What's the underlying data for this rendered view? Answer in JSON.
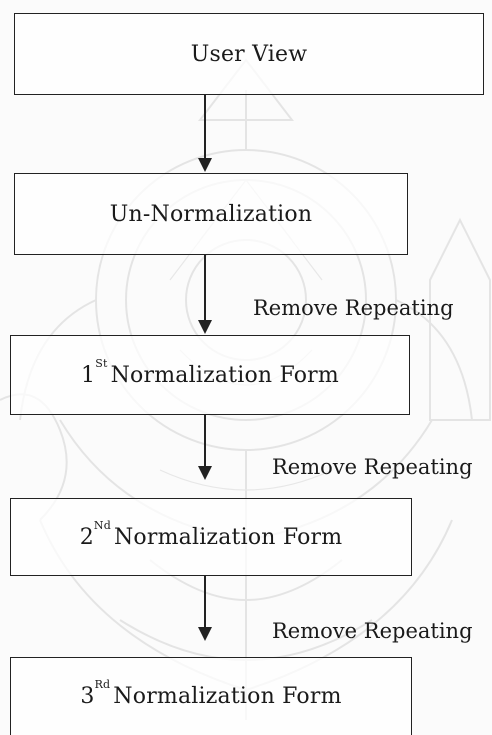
{
  "diagram": {
    "boxes": [
      {
        "number": "",
        "superscript": "",
        "label": "User View"
      },
      {
        "number": "",
        "superscript": "",
        "label": "Un-Normalization"
      },
      {
        "number": "1",
        "superscript": "St",
        "label": "Normalization Form"
      },
      {
        "number": "2",
        "superscript": "Nd",
        "label": "Normalization Form"
      },
      {
        "number": "3",
        "superscript": "Rd",
        "label": "Normalization Form"
      }
    ],
    "edges": [
      {
        "from": 0,
        "to": 1,
        "label": ""
      },
      {
        "from": 1,
        "to": 2,
        "label": "Remove Repeating"
      },
      {
        "from": 2,
        "to": 3,
        "label": "Remove Repeating"
      },
      {
        "from": 3,
        "to": 4,
        "label": "Remove Repeating"
      }
    ]
  },
  "colors": {
    "stroke": "#222222",
    "background": "#ffffff",
    "watermark": "#8a8a8a"
  },
  "icons": {
    "watermark": "university-seal-watermark"
  }
}
